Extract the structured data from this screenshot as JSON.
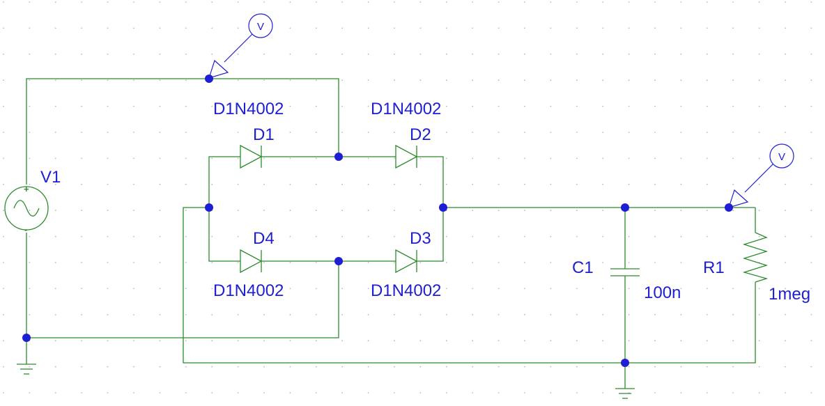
{
  "colors": {
    "wire": "#2a8c2a",
    "component": "#2a8c2a",
    "node": "#1e1ed2",
    "label": "#1e1ed2",
    "grid": "#b8b8b8",
    "background": "#ffffff"
  },
  "source": {
    "ref": "V1",
    "plus": "+",
    "minus": "-"
  },
  "diodes": [
    {
      "ref": "D1",
      "part": "D1N4002"
    },
    {
      "ref": "D2",
      "part": "D1N4002"
    },
    {
      "ref": "D3",
      "part": "D1N4002"
    },
    {
      "ref": "D4",
      "part": "D1N4002"
    }
  ],
  "capacitor": {
    "ref": "C1",
    "value": "100n"
  },
  "resistor": {
    "ref": "R1",
    "value": "1meg"
  },
  "probes": [
    {
      "label": "V"
    },
    {
      "label": "V"
    }
  ]
}
